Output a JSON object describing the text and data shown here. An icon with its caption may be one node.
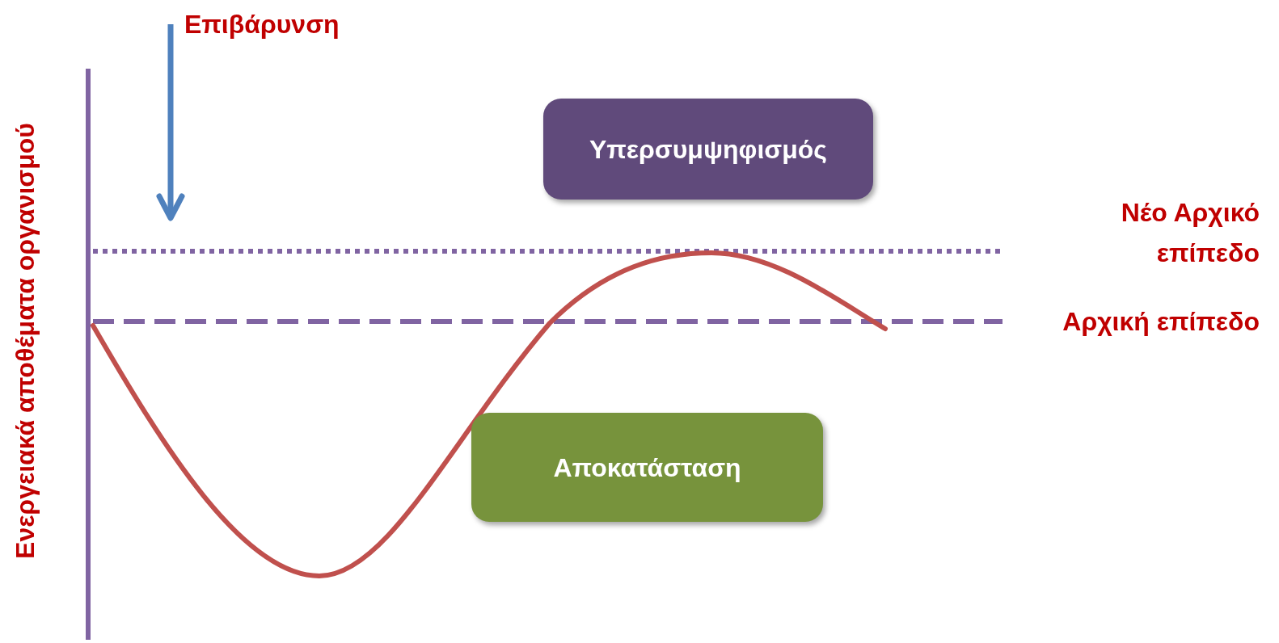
{
  "diagram": {
    "nodes": [
      {
        "text": [
          "Υπερσυμψηφισμός"
        ]
      },
      {
        "text": [
          "Αποκατάσταση"
        ]
      }
    ],
    "labels": [
      "Επιβάρυνση",
      "Νέο Αρχικό επίπεδο",
      "Αρχική επίπεδο",
      "Ενεργειακά αποθέματα οργανισμού"
    ]
  }
}
